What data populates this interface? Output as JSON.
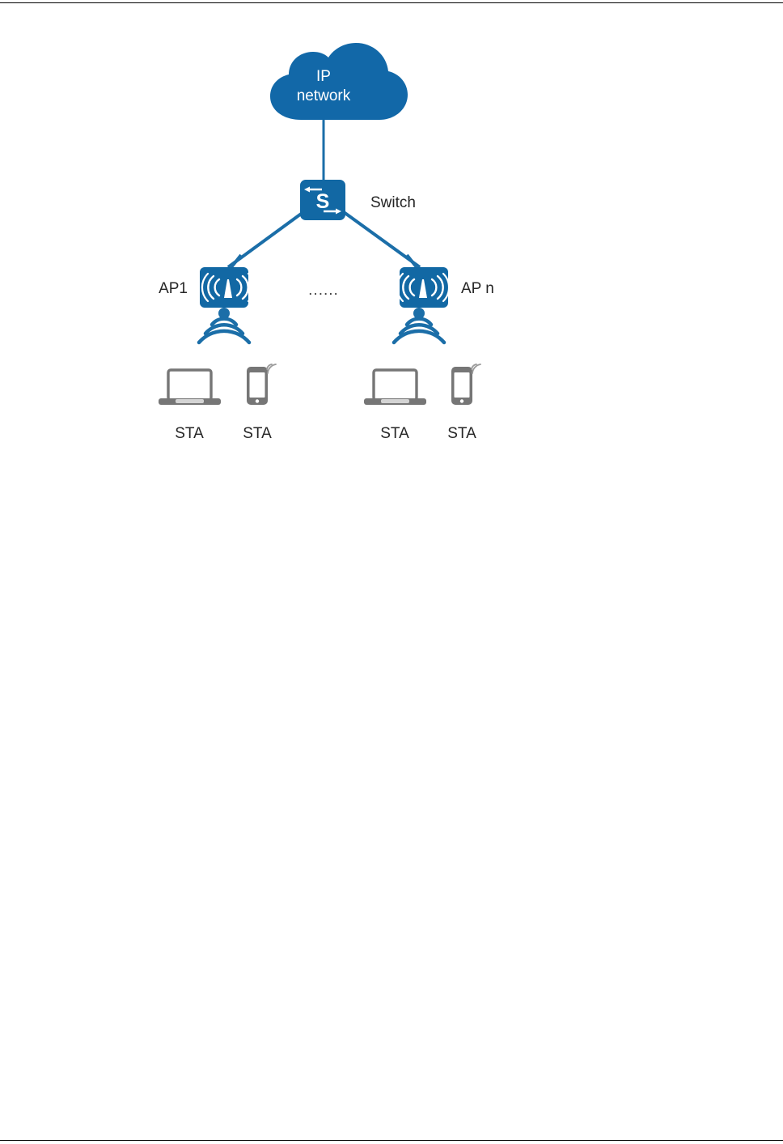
{
  "page": {
    "title": "WLAN network topology diagram",
    "background": "#ffffff",
    "has_top_rule": true,
    "has_bottom_rule": true
  },
  "colors": {
    "node_blue": "#1268A4",
    "cloud_blue": "#1268A8",
    "link_blue": "#1B6EA8",
    "wifi_blue": "#1B6EA8",
    "device_gray": "#767676",
    "device_gray_light": "#9a9a9a",
    "text_dark": "#262626",
    "rule_black": "#000000",
    "white": "#ffffff"
  },
  "diagram": {
    "type": "network-topology",
    "cloud": {
      "icon": "cloud-icon",
      "label_line1": "IP",
      "label_line2": "network"
    },
    "switch": {
      "icon": "switch-icon",
      "glyph": "S",
      "label": "Switch",
      "arrows": [
        "arrow-left-icon",
        "arrow-right-icon"
      ]
    },
    "access_points": [
      {
        "id": "ap1",
        "icon": "access-point-icon",
        "label": "AP1",
        "label_side": "left",
        "wifi_icon": "wifi-broadcast-icon"
      },
      {
        "id": "apn",
        "icon": "access-point-icon",
        "label": "AP n",
        "label_side": "right",
        "wifi_icon": "wifi-broadcast-icon"
      }
    ],
    "ellipsis": "......",
    "stations": [
      {
        "id": "sta1",
        "device": "laptop-icon",
        "label": "STA",
        "group": "ap1"
      },
      {
        "id": "sta2",
        "device": "smartphone-icon",
        "label": "STA",
        "group": "ap1"
      },
      {
        "id": "sta3",
        "device": "laptop-icon",
        "label": "STA",
        "group": "apn"
      },
      {
        "id": "sta4",
        "device": "smartphone-icon",
        "label": "STA",
        "group": "apn"
      }
    ],
    "links": [
      {
        "from": "cloud",
        "to": "switch",
        "style": "solid"
      },
      {
        "from": "switch",
        "to": "ap1",
        "style": "solid"
      },
      {
        "from": "switch",
        "to": "apn",
        "style": "solid"
      }
    ]
  }
}
